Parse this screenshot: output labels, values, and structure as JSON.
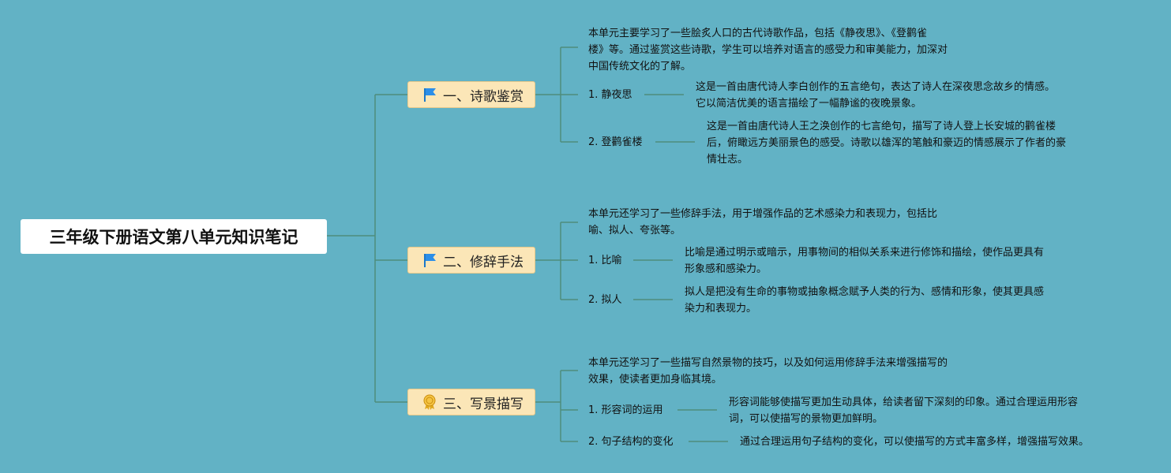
{
  "root": {
    "title": "三年级下册语文第八单元知识笔记"
  },
  "colors": {
    "background": "#62b2c5",
    "line": "#4e8d7c",
    "branch_fill": "#fbe6b7",
    "root_fill": "#ffffff"
  },
  "branches": [
    {
      "label": "一、诗歌鉴赏",
      "icon": "flag-icon",
      "intro": "本单元主要学习了一些脍炙人口的古代诗歌作品，包括《静夜思》、《登鹳雀\n楼》等。通过鉴赏这些诗歌，学生可以培养对语言的感受力和审美能力，加深对\n中国传统文化的了解。",
      "items": [
        {
          "label": "1. 静夜思",
          "detail": "这是一首由唐代诗人李白创作的五言绝句，表达了诗人在深夜思念故乡的情感。\n它以简洁优美的语言描绘了一幅静谧的夜晚景象。"
        },
        {
          "label": "2. 登鹳雀楼",
          "detail": "这是一首由唐代诗人王之涣创作的七言绝句，描写了诗人登上长安城的鹳雀楼\n后，俯瞰远方美丽景色的感受。诗歌以雄浑的笔触和豪迈的情感展示了作者的豪\n情壮志。"
        }
      ]
    },
    {
      "label": "二、修辞手法",
      "icon": "flag-icon",
      "intro": "本单元还学习了一些修辞手法，用于增强作品的艺术感染力和表现力，包括比\n喻、拟人、夸张等。",
      "items": [
        {
          "label": "1. 比喻",
          "detail": "比喻是通过明示或暗示，用事物间的相似关系来进行修饰和描绘，使作品更具有\n形象感和感染力。"
        },
        {
          "label": "2. 拟人",
          "detail": "拟人是把没有生命的事物或抽象概念赋予人类的行为、感情和形象，使其更具感\n染力和表现力。"
        }
      ]
    },
    {
      "label": "三、写景描写",
      "icon": "award-medal-icon",
      "intro": "本单元还学习了一些描写自然景物的技巧，以及如何运用修辞手法来增强描写的\n效果，使读者更加身临其境。",
      "items": [
        {
          "label": "1. 形容词的运用",
          "detail": "形容词能够使描写更加生动具体，给读者留下深刻的印象。通过合理运用形容\n词，可以使描写的景物更加鲜明。"
        },
        {
          "label": "2. 句子结构的变化",
          "detail": "通过合理运用句子结构的变化，可以使描写的方式丰富多样，增强描写效果。"
        }
      ]
    }
  ]
}
